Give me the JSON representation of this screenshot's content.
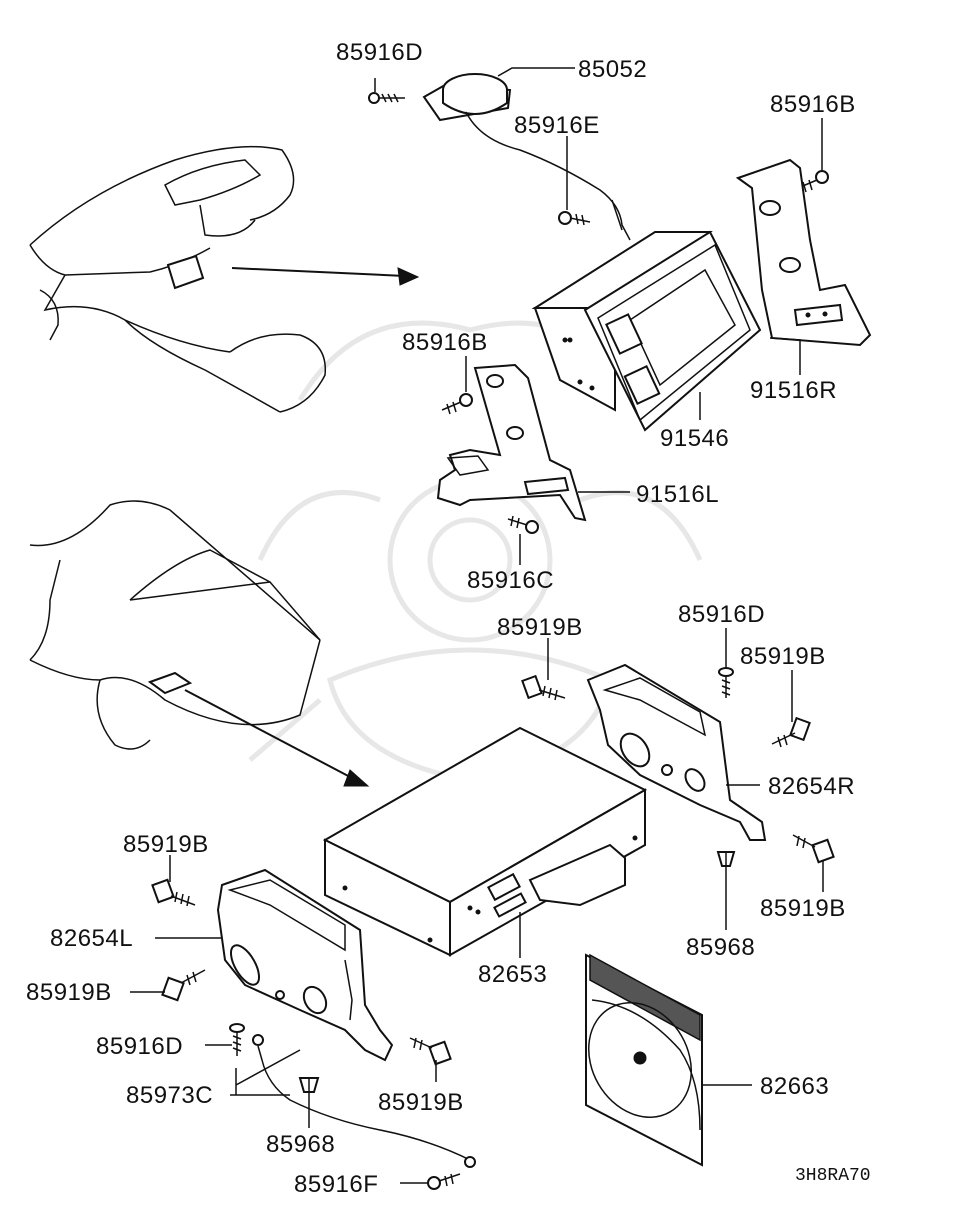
{
  "diagram": {
    "drawing_code": "3H8RA70",
    "labels": {
      "l_85916D_top": "85916D",
      "l_85052": "85052",
      "l_85916E": "85916E",
      "l_85916B_right": "85916B",
      "l_85916B_left": "85916B",
      "l_91516R": "91516R",
      "l_91546": "91546",
      "l_91516L": "91516L",
      "l_85916C": "85916C",
      "l_85919B_top": "85919B",
      "l_85916D_mid": "85916D",
      "l_85919B_right": "85919B",
      "l_82654R": "82654R",
      "l_85919B_left": "85919B",
      "l_82654L": "82654L",
      "l_85919B_lower_left": "85919B",
      "l_85916D_low": "85916D",
      "l_85973C": "85973C",
      "l_85919B_bottom": "85919B",
      "l_85968_bottom": "85968",
      "l_85916F": "85916F",
      "l_82653": "82653",
      "l_85968_right": "85968",
      "l_85919B_lower_right": "85919B",
      "l_82663": "82663"
    }
  }
}
